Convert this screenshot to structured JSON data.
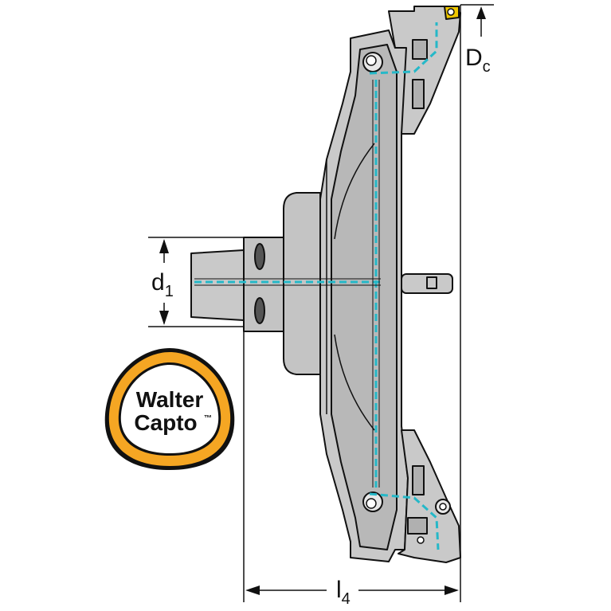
{
  "dimensions": {
    "dc": {
      "main": "D",
      "sub": "c"
    },
    "d1": {
      "main": "d",
      "sub": "1"
    },
    "l4": {
      "main": "l",
      "sub": "4"
    }
  },
  "logo": {
    "line1": "Walter",
    "line2": "Capto",
    "trademark": "™"
  },
  "colors": {
    "body_fill": "#c9c9c9",
    "body_dark": "#a8a8a8",
    "outline": "#111111",
    "coolant": "#25b8c8",
    "logo_ring": "#f5a623",
    "logo_inner": "#ffffff"
  }
}
